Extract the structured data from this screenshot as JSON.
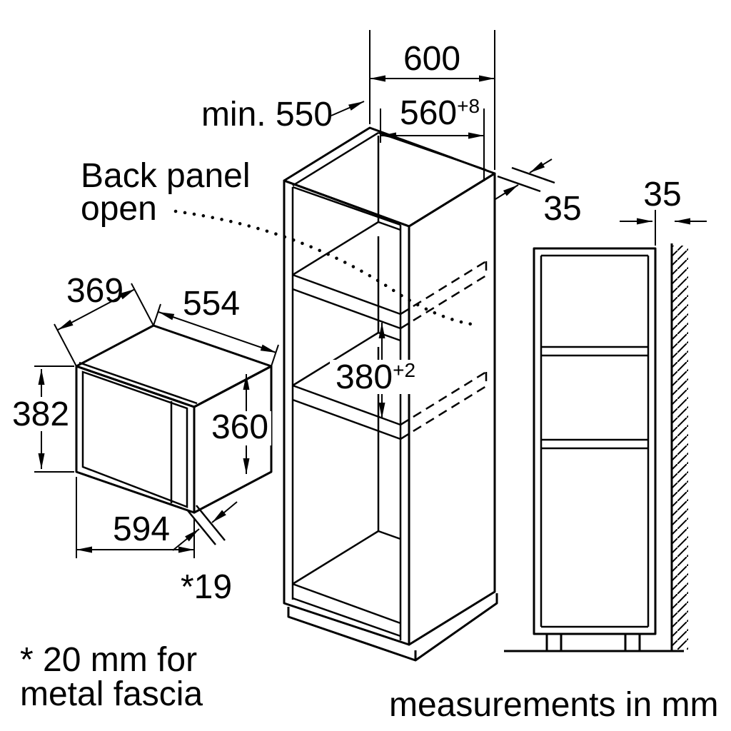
{
  "diagram": {
    "notes": {
      "back_panel_line1": "Back panel",
      "back_panel_line2": "open",
      "footnote_line1": "* 20 mm for",
      "footnote_line2": "metal fascia",
      "units": "measurements in mm"
    },
    "cabinet": {
      "width_outer": "600",
      "depth_min": "min. 550",
      "niche_width": "560",
      "niche_width_tolerance": "+8",
      "rear_gap": "35",
      "niche_height": "380",
      "niche_height_tolerance": "+2"
    },
    "side_view": {
      "rear_gap": "35"
    },
    "appliance": {
      "depth": "369",
      "body_width": "554",
      "height": "382",
      "body_height": "360",
      "width": "594",
      "fascia_offset": "*19"
    }
  }
}
